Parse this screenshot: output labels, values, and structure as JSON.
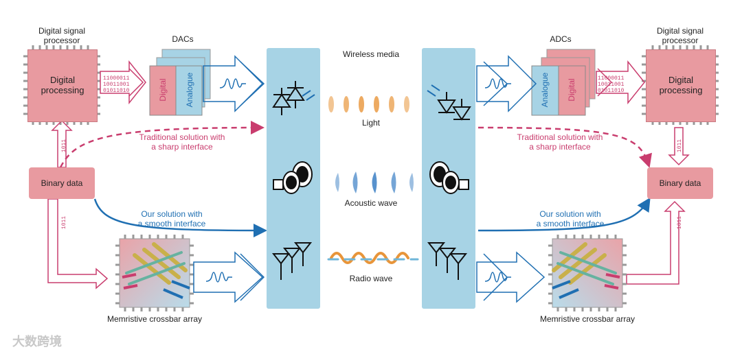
{
  "labels": {
    "dsp_left": [
      "Digital signal",
      "processor"
    ],
    "dsp_right": [
      "Digital signal",
      "processor"
    ],
    "dacs": "DACs",
    "adcs": "ADCs",
    "digital_processing": [
      "Digital",
      "processing"
    ],
    "digital": "Digital",
    "analogue": "Analogue",
    "binary_data": "Binary data",
    "wireless_media": "Wireless media",
    "light": "Light",
    "acoustic": "Acoustic wave",
    "radio": "Radio wave",
    "traditional": [
      "Traditional solution with",
      "a sharp interface"
    ],
    "ours": [
      "Our solution with",
      "a smooth interface"
    ],
    "memristive": "Memristive crossbar array",
    "bits_code": [
      "11000011",
      "10011001",
      "01011010"
    ],
    "bits_vertical": "1011",
    "watermark": "大数跨境"
  },
  "colors": {
    "pink": "#c93d6e",
    "blue": "#1f6fb2",
    "chip": "#e89aa0",
    "panel": "#a7d3e5"
  }
}
